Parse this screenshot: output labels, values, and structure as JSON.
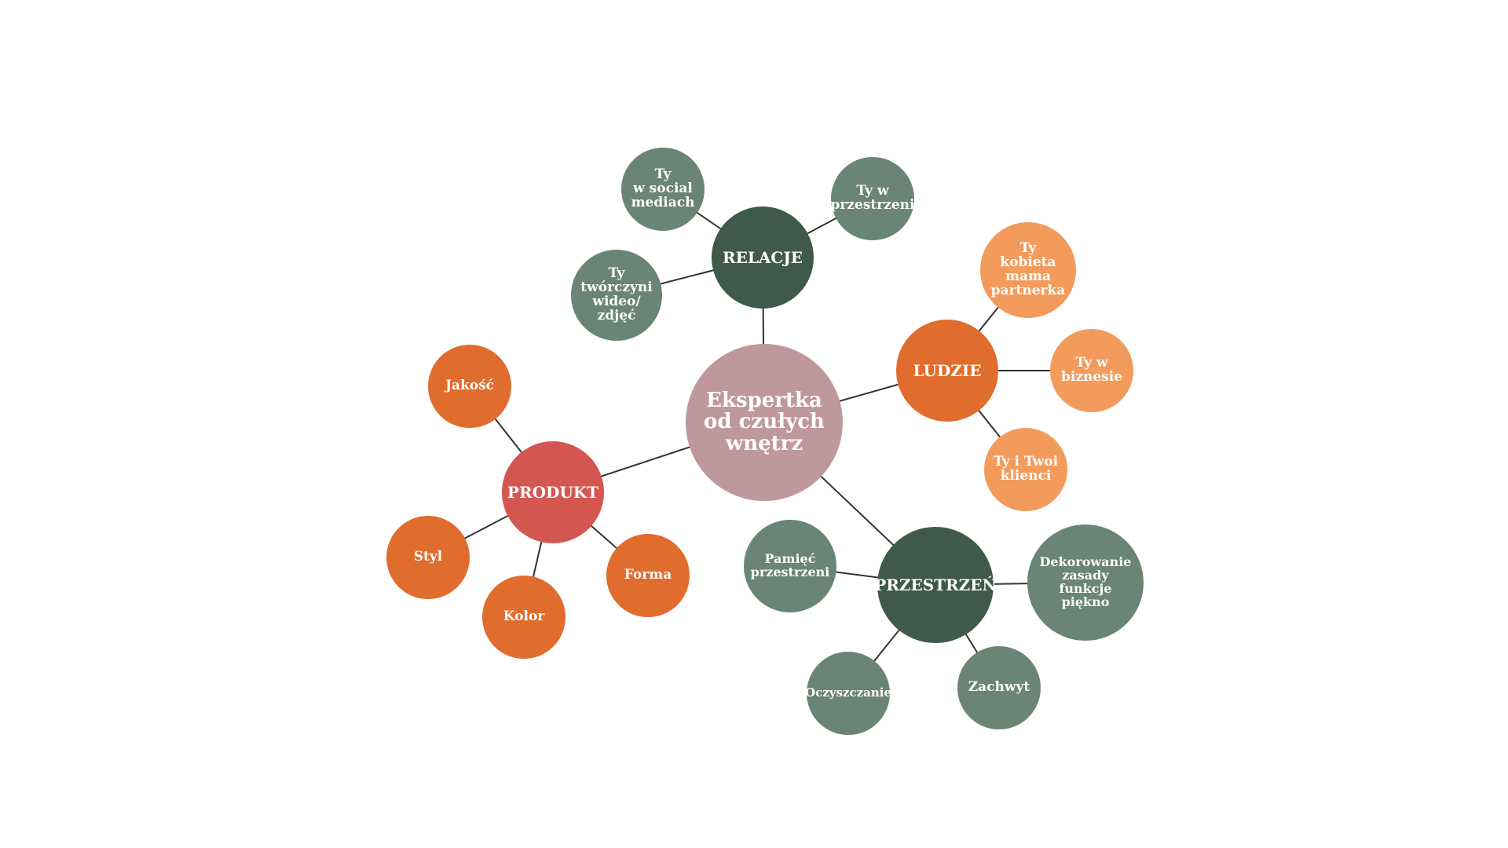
{
  "colors": {
    "center": "#bf989c",
    "dark_green": "#3f594a",
    "sage": "#6a8475",
    "orange": "#e06c2e",
    "light_orange": "#f39b5c",
    "red": "#d35650",
    "line": "#333333"
  },
  "center": {
    "label": "Ekspertka\nod czułych\nwnętrz"
  },
  "relacje": {
    "label": "RELACJE",
    "children": [
      "Ty\nw social\nmediach",
      "Ty w\nprzestrzeni",
      "Ty\ntwórczyni\nwideo/\nzdjęć"
    ]
  },
  "ludzie": {
    "label": "LUDZIE",
    "children": [
      "Ty\nkobieta\nmama\npartnerka",
      "Ty w\nbiznesie",
      "Ty i Twoi\nklienci"
    ]
  },
  "produkt": {
    "label": "PRODUKT",
    "children": [
      "Jakość",
      "Styl",
      "Kolor",
      "Forma"
    ]
  },
  "przestrzen": {
    "label": "PRZESTRZEŃ",
    "children": [
      "Pamięć\nprzestrzeni",
      "Dekorowanie\nzasady\nfunkcje\npiękno",
      "Oczyszczanie",
      "Zachwyt"
    ]
  }
}
